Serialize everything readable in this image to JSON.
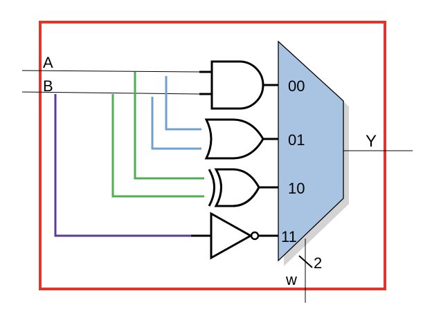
{
  "inputs": {
    "a": "A",
    "b": "B"
  },
  "output": "Y",
  "select_label": "w",
  "select_width": "2",
  "mux_inputs": [
    "00",
    "01",
    "10",
    "11"
  ],
  "colors": {
    "border": "#e0352b",
    "mux_fill": "#a8c4e2",
    "mux_shadow": "#d3d3d3",
    "wire_green": "#4caf50",
    "wire_blue": "#6f9fd3",
    "wire_purple": "#5b3a9b",
    "wire_black": "#000000"
  }
}
